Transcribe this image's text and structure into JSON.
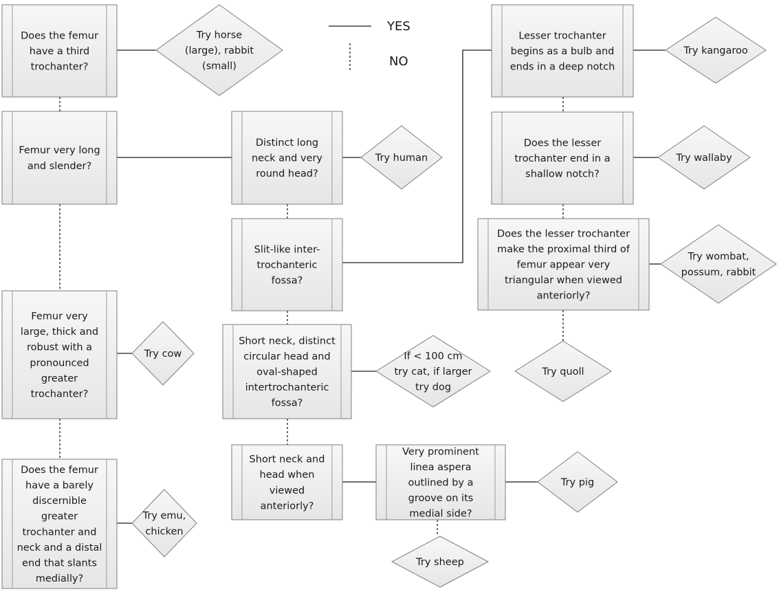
{
  "legend": {
    "yes_label": "YES",
    "no_label": "NO"
  },
  "boxes": [
    {
      "id": "b1",
      "lines": [
        "Does the femur",
        "have a third",
        "trochanter?"
      ]
    },
    {
      "id": "b2",
      "lines": [
        "Femur very long",
        "and slender?"
      ]
    },
    {
      "id": "b3",
      "lines": [
        "Femur very",
        "large, thick and",
        "robust with a",
        "pronounced",
        "greater",
        "trochanter?"
      ]
    },
    {
      "id": "b4",
      "lines": [
        "Does the femur",
        "have a barely",
        "discernible",
        "greater",
        "trochanter and",
        "neck and a distal",
        "end that slants",
        "medially?"
      ]
    },
    {
      "id": "b5",
      "lines": [
        "Distinct long",
        "neck and very",
        "round head?"
      ]
    },
    {
      "id": "b6",
      "lines": [
        "Slit-like inter-",
        "trochanteric",
        "fossa?"
      ]
    },
    {
      "id": "b7",
      "lines": [
        "Short neck, distinct",
        "circular head and",
        "oval-shaped",
        "intertrochanteric",
        "fossa?"
      ]
    },
    {
      "id": "b8",
      "lines": [
        "Short neck and",
        "head when",
        "viewed",
        "anteriorly?"
      ]
    },
    {
      "id": "b9",
      "lines": [
        "Very prominent",
        "linea aspera",
        "outlined by a",
        "groove on its",
        "medial side?"
      ]
    },
    {
      "id": "b10",
      "lines": [
        "Lesser trochanter",
        "begins as a bulb and",
        "ends in a deep notch"
      ]
    },
    {
      "id": "b11",
      "lines": [
        "Does the lesser",
        "trochanter end in a",
        "shallow notch?"
      ]
    },
    {
      "id": "b12",
      "lines": [
        "Does the lesser trochanter",
        "make the proximal third of",
        "femur appear very",
        "triangular when viewed",
        "anteriorly?"
      ]
    }
  ],
  "diamonds": [
    {
      "id": "d1",
      "lines": [
        "Try horse",
        "(large), rabbit",
        "(small)"
      ]
    },
    {
      "id": "d2",
      "lines": [
        "Try human"
      ]
    },
    {
      "id": "d3",
      "lines": [
        "Try cow"
      ]
    },
    {
      "id": "d4",
      "lines": [
        "Try emu,",
        "chicken"
      ]
    },
    {
      "id": "d5",
      "lines": [
        "If < 100 cm",
        "try cat, if larger",
        "try dog"
      ]
    },
    {
      "id": "d6",
      "lines": [
        "Try pig"
      ]
    },
    {
      "id": "d7",
      "lines": [
        "Try sheep"
      ]
    },
    {
      "id": "d8",
      "lines": [
        "Try kangaroo"
      ]
    },
    {
      "id": "d9",
      "lines": [
        "Try wallaby"
      ]
    },
    {
      "id": "d10",
      "lines": [
        "Try wombat,",
        "possum, rabbit"
      ]
    },
    {
      "id": "d11",
      "lines": [
        "Try quoll"
      ]
    }
  ]
}
